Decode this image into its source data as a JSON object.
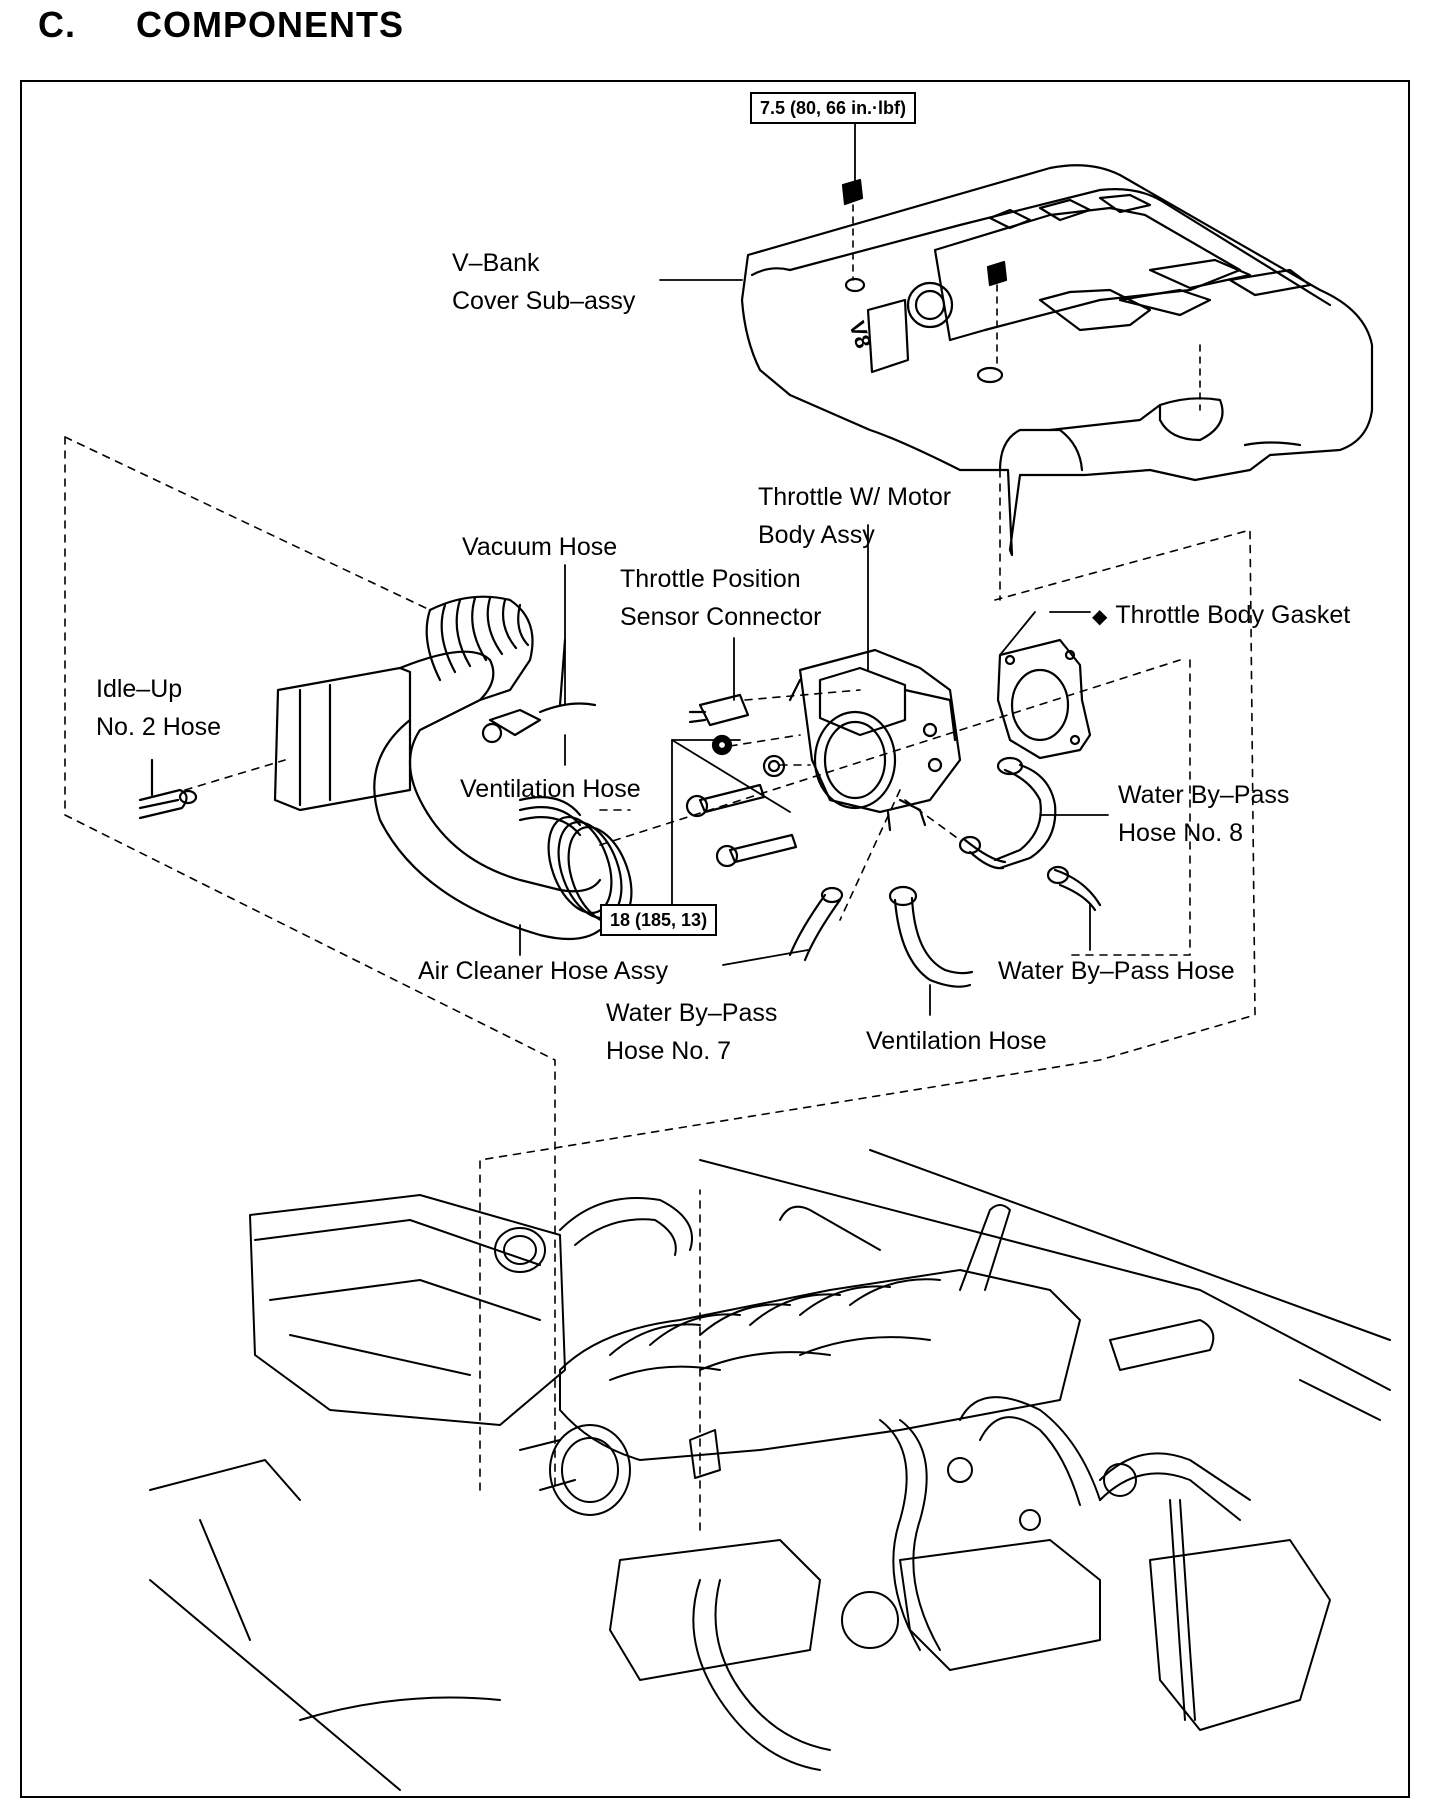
{
  "section": {
    "letter": "C.",
    "title": "COMPONENTS"
  },
  "torque": {
    "cover_nut": "7.5 (80, 66 in.·lbf)",
    "throttle_bolt": "18 (185, 13)"
  },
  "labels": {
    "vbank_cover_l1": "V–Bank",
    "vbank_cover_l2": "Cover Sub–assy",
    "throttle_body_l1": "Throttle W/ Motor",
    "throttle_body_l2": "Body Assy",
    "vacuum_hose": "Vacuum Hose",
    "tps_l1": "Throttle Position",
    "tps_l2": "Sensor Connector",
    "throttle_gasket": "Throttle Body Gasket",
    "idle_up_l1": "Idle–Up",
    "idle_up_l2": "No. 2 Hose",
    "ventilation_hose_upper": "Ventilation Hose",
    "water_bypass_8_l1": "Water By–Pass",
    "water_bypass_8_l2": "Hose No. 8",
    "air_cleaner_hose": "Air Cleaner Hose Assy",
    "water_bypass_hose": "Water By–Pass Hose",
    "water_bypass_7_l1": "Water By–Pass",
    "water_bypass_7_l2": "Hose No. 7",
    "ventilation_hose_lower": "Ventilation Hose"
  },
  "cover_badge": "V8",
  "icons": {
    "non_reusable": "diamond-icon"
  },
  "colors": {
    "line": "#000000",
    "background": "#ffffff"
  }
}
